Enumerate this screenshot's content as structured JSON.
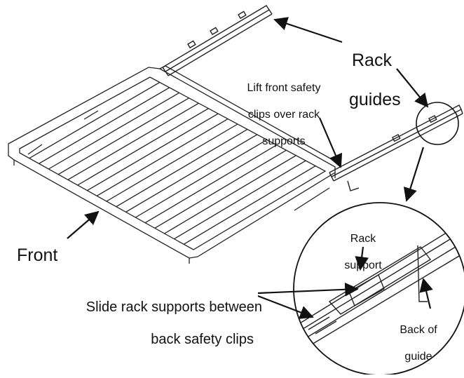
{
  "labels": {
    "rack_guides_line1": "Rack",
    "rack_guides_line2": "guides",
    "lift_line1": "Lift front safety",
    "lift_line2": "clips over rack",
    "lift_line3": "supports",
    "front": "Front",
    "rack_support_line1": "Rack",
    "rack_support_line2": "support",
    "slide_line1": "Slide rack supports between",
    "slide_line2": "back safety clips",
    "back_of_guide_line1": "Back of",
    "back_of_guide_line2": "guide"
  },
  "colors": {
    "ink": "#111111",
    "paper": "#ffffff"
  }
}
